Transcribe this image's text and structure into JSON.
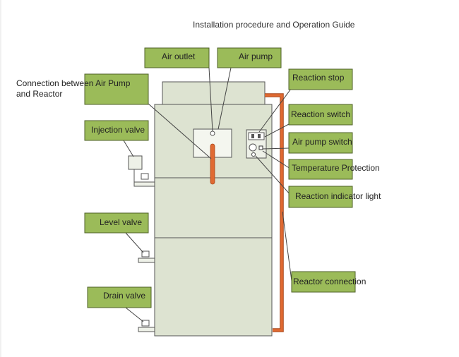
{
  "title": "Installation procedure and Operation Guide",
  "colors": {
    "unit_fill": "#dde3d1",
    "unit_stroke": "#555555",
    "label_fill": "#9bbb59",
    "label_stroke": "#4f6228",
    "pipe": "#e06a32",
    "pipe_stroke": "#a8471a",
    "leader_line": "#444444"
  },
  "labels": {
    "air_outlet": "Air outlet",
    "air_pump": "Air pump",
    "connection_line1": "Connection between Air Pump",
    "connection_line2": "and Reactor",
    "injection_valve": "Injection valve",
    "level_valve": "Level valve",
    "drain_valve": "Drain valve",
    "reaction_stop": "Reaction stop",
    "reaction_switch": "Reaction switch",
    "air_pump_switch": "Air pump switch",
    "temperature_protection": "Temperature Protection",
    "reaction_indicator_light": "Reaction indicator light",
    "reactor_connection": "Reactor connection"
  }
}
